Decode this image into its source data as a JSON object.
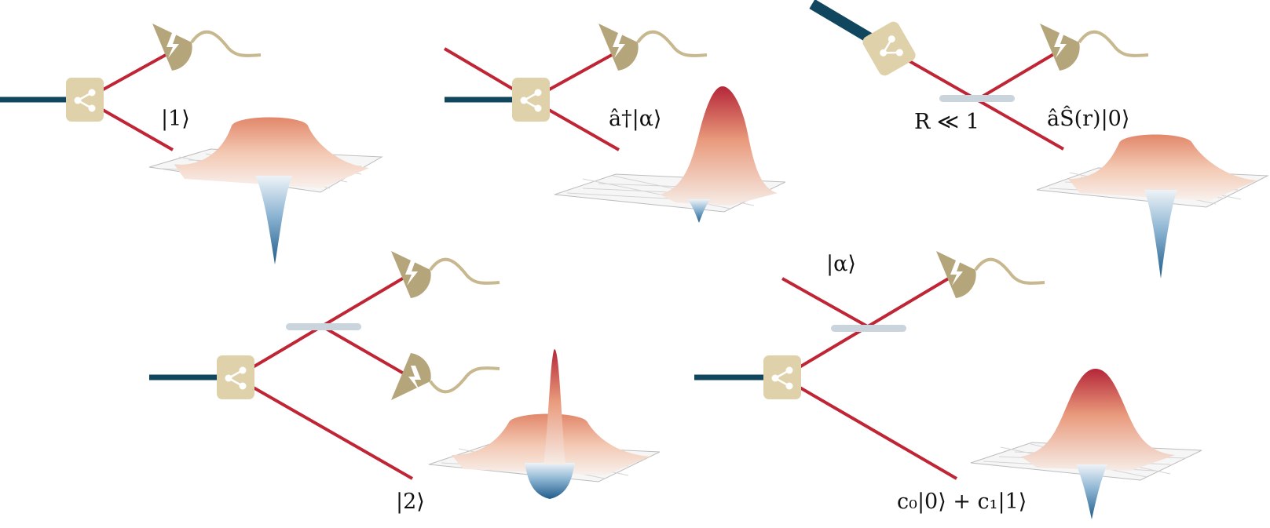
{
  "panels": [
    {
      "id": "single-photon",
      "state_label": "|1⟩"
    },
    {
      "id": "photon-added-coherent",
      "state_label": "â†|α⟩"
    },
    {
      "id": "photon-subtracted-squeezed",
      "state_label": "âŜ(r)|0⟩",
      "splitter_label": "R ≪ 1"
    },
    {
      "id": "two-photon",
      "state_label": "|2⟩"
    },
    {
      "id": "qubit-superposition",
      "state_label": "c₀|0⟩ + c₁|1⟩",
      "input_label": "|α⟩"
    }
  ],
  "colors": {
    "pump": "#10475e",
    "photon_path": "#bf2535",
    "crystal": "#dfd2ab",
    "detector": "#b5a57a",
    "beam_splitter": "#c9d4dc",
    "grid": "#bdbdbd",
    "wigner_positive": "#b52638",
    "wigner_mid": "#f3d4c4",
    "wigner_negative": "#2c6d9c"
  },
  "icons": {
    "source": "nonlinear-crystal-icon",
    "detector": "photodetector-icon",
    "beam_splitter": "beam-splitter-icon"
  }
}
